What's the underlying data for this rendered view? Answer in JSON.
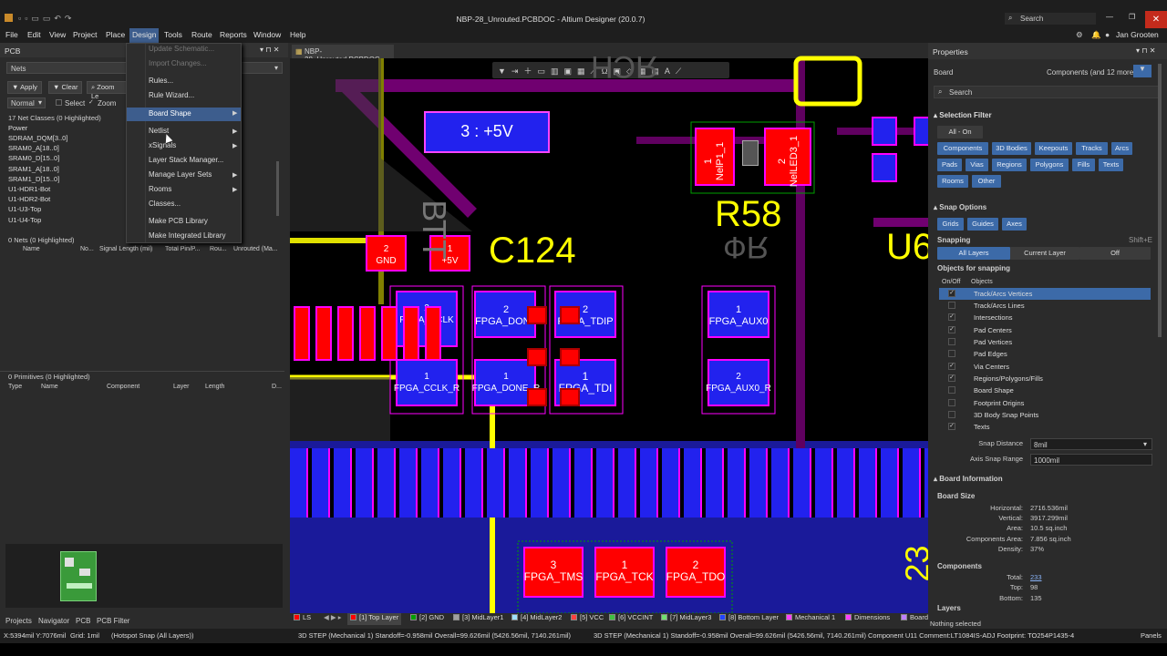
{
  "window": {
    "title": "NBP-28_Unrouted.PCBDOC - Altium Designer (20.0.7)",
    "search": "Search",
    "user": "Jan Grooten"
  },
  "menu": [
    "File",
    "Edit",
    "View",
    "Project",
    "Place",
    "Design",
    "Tools",
    "Route",
    "Reports",
    "Window",
    "Help"
  ],
  "design_menu": {
    "items": [
      "Update Schematic...",
      "Import Changes...",
      "Rules...",
      "Rule Wizard...",
      "Board Shape",
      "Netlist",
      "xSignals",
      "Layer Stack Manager...",
      "Manage Layer Sets",
      "Rooms",
      "Classes...",
      "Make PCB Library",
      "Make Integrated Library"
    ]
  },
  "pcb_panel": {
    "title": "PCB",
    "mode": "Nets",
    "apply": "Apply",
    "clear": "Clear",
    "zoom_level": "Zoom Le",
    "normal": "Normal",
    "select": "Select",
    "zoom": "Zoom",
    "net_classes_header": "17 Net Classes (0 Highlighted)",
    "net_classes": [
      "Power",
      "SDRAM_DQM[3..0]",
      "SRAM0_A[18..0]",
      "SRAM0_D[15..0]",
      "SRAM1_A[18..0]",
      "SRAM1_D[15..0]",
      "U1-HDR1-Bot",
      "U1-HDR2-Bot",
      "U1-U3-Top",
      "U1-U4-Top"
    ],
    "nets_header": "0 Nets (0 Highlighted)",
    "nets_cols": [
      "Name",
      "No...",
      "Signal Length (mil)",
      "Total Pin/P...",
      "Rou...",
      "Unrouted (Ma..."
    ],
    "prims_header": "0 Primitives (0 Highlighted)",
    "prims_cols": [
      "Type",
      "Name",
      "Component",
      "Layer",
      "Length",
      "D..."
    ],
    "bottom_tabs": [
      "Projects",
      "Navigator",
      "PCB",
      "PCB Filter"
    ]
  },
  "doc_tab": "NBP-28_Unrouted.PCBDOC",
  "pcb": {
    "labels": {
      "v5": "3 : +5V",
      "r58": "R58",
      "c124": "C124",
      "u6": "U6",
      "gnd": "GND",
      "p5v": "+5V",
      "nelp": "NelP1_1",
      "nelled": "NelLED3_1",
      "n1": "1",
      "n2": "2",
      "n3": "3",
      "clk": "FPGA_CCLK_R",
      "clk_top": "FPGA_CCLK",
      "done": "FPGA_DONE",
      "done_r": "FPGA_DONE_R",
      "tdi": "FPGA_TDI",
      "tdip": "FPGA_TDIP",
      "aux0": "FPGA_AUX0",
      "aux0r": "FPGA_AUX0_R",
      "tms": "FPGA_TMS",
      "tck": "FPGA_TCK",
      "tdo": "FPGA_TDO",
      "ghost1": "ЯФ",
      "ghost2": "ЯСН",
      "ghost3": "ВТТ",
      "ghost4": "ВТ3",
      "ghost5": "23"
    }
  },
  "layers": [
    "LS",
    "[1] Top Layer",
    "[2] GND",
    "[3] MidLayer1",
    "[4] MidLayer2",
    "[5] VCC",
    "[6] VCCINT",
    "[7] MidLayer3",
    "[8] Bottom Layer",
    "Mechanical 1",
    "Dimensions",
    "Board"
  ],
  "layer_colors": [
    "#ff0000",
    "#00a000",
    "#a0a0a0",
    "#a0e0ff",
    "#ff4040",
    "#40c040",
    "#70e070",
    "#2244ff",
    "#ff40ff",
    "#ff40ff",
    "#c080ff"
  ],
  "properties": {
    "title": "Properties",
    "board": "Board",
    "components_count": "Components (and 12 more)",
    "search": "Search",
    "selection_filter": "Selection Filter",
    "all_on": "All - On",
    "filters": [
      "Components",
      "3D Bodies",
      "Keepouts",
      "Tracks",
      "Arcs",
      "Pads",
      "Vias",
      "Regions",
      "Polygons",
      "Fills",
      "Texts",
      "Rooms",
      "Other"
    ],
    "snap_options": "Snap Options",
    "snap_btns": [
      "Grids",
      "Guides",
      "Axes"
    ],
    "snapping": "Snapping",
    "shift": "Shift+E",
    "snap_modes": [
      "All Layers",
      "Current Layer",
      "Off"
    ],
    "objects_for_snapping": "Objects for snapping",
    "onoff": "On/Off",
    "objects": "Objects",
    "snap_objects": [
      {
        "name": "Track/Arcs Vertices",
        "on": true
      },
      {
        "name": "Track/Arcs Lines",
        "on": false
      },
      {
        "name": "Intersections",
        "on": true
      },
      {
        "name": "Pad Centers",
        "on": true
      },
      {
        "name": "Pad Vertices",
        "on": false
      },
      {
        "name": "Pad Edges",
        "on": false
      },
      {
        "name": "Via Centers",
        "on": true
      },
      {
        "name": "Regions/Polygons/Fills",
        "on": true
      },
      {
        "name": "Board Shape",
        "on": false
      },
      {
        "name": "Footprint Origins",
        "on": false
      },
      {
        "name": "3D Body Snap Points",
        "on": false
      },
      {
        "name": "Texts",
        "on": true
      }
    ],
    "snap_distance_label": "Snap Distance",
    "snap_distance": "8mil",
    "axis_snap_label": "Axis Snap Range",
    "axis_snap": "1000mil",
    "board_information": "Board Information",
    "board_size": "Board Size",
    "size_rows": [
      [
        "Horizontal:",
        "2716.536mil"
      ],
      [
        "Vertical:",
        "3917.299mil"
      ],
      [
        "Area:",
        "10.5 sq.inch"
      ],
      [
        "Components Area:",
        "7.856 sq.inch"
      ],
      [
        "Density:",
        "37%"
      ]
    ],
    "components": "Components",
    "comp_rows": [
      [
        "Total:",
        "233"
      ],
      [
        "Top:",
        "98"
      ],
      [
        "Bottom:",
        "135"
      ]
    ],
    "layers": "Layers",
    "nothing_selected": "Nothing selected",
    "total_cut": "Total:"
  },
  "status": {
    "coords": "X:5394mil Y:7076mil",
    "grid": "Grid: 1mil",
    "hotspot": "(Hotspot Snap (All Layers))",
    "step1": "3D STEP  (Mechanical 1)  Standoff=-0.958mil  Overall=99.626mil  (5426.56mil, 7140.261mil)",
    "step2": "3D STEP  (Mechanical 1)  Standoff=-0.958mil  Overall=99.626mil  (5426.56mil, 7140.261mil)",
    "component": "Component U11 Comment:LT1084IS-ADJ Footprint: TO254P1435-4",
    "panels": "Panels"
  }
}
